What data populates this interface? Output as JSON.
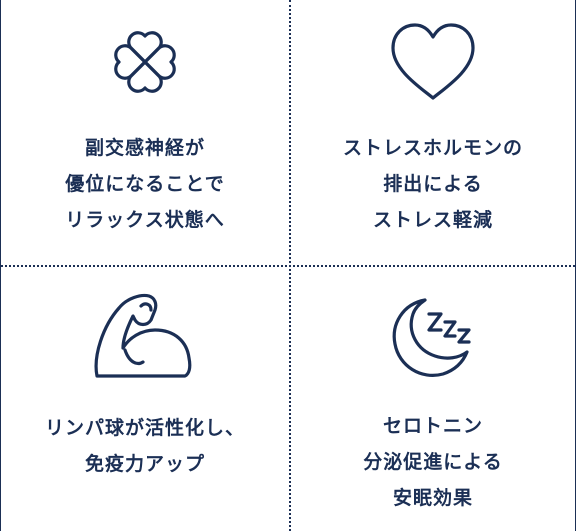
{
  "items": [
    {
      "icon": "clover-icon",
      "lines": [
        "副交感神経が",
        "優位になることで",
        "リラックス状態へ"
      ]
    },
    {
      "icon": "heart-icon",
      "lines": [
        "ストレスホルモンの",
        "排出による",
        "ストレス軽減"
      ]
    },
    {
      "icon": "flexed-arm-icon",
      "lines": [
        "リンパ球が活性化し、",
        "免疫力アップ"
      ]
    },
    {
      "icon": "moon-sleep-icon",
      "lines": [
        "セロトニン",
        "分泌促進による",
        "安眠効果"
      ]
    }
  ],
  "colors": {
    "primary": "#1b2f55",
    "background": "#ffffff"
  }
}
